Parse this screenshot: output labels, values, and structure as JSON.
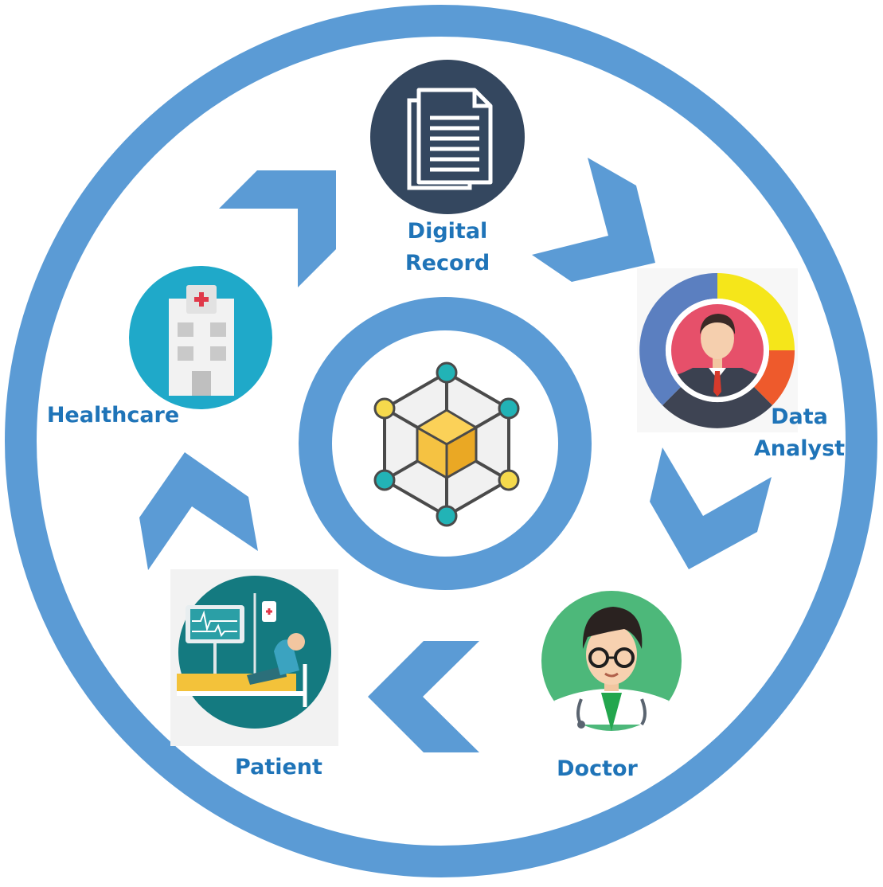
{
  "colors": {
    "ring": "#5b9bd5",
    "label": "#1f74b8",
    "document_bg": "#34475f",
    "hospital_bg": "#1fa9c9",
    "doctor_bg": "#4db87a",
    "patient_bg": "#147a80",
    "analyst_blue": "#5b7fc0",
    "analyst_yellow": "#f5e61a",
    "analyst_orange": "#ee5a2c",
    "analyst_dark": "#3e4453",
    "analyst_pink": "#e6506a",
    "hub_yellow": "#f5c242",
    "hub_teal": "#22b3b6"
  },
  "center": {
    "icon": "blockchain-cube-icon"
  },
  "nodes": [
    {
      "id": "digital-record",
      "icon": "document-icon",
      "label_line1": "Digital",
      "label_line2": "Record"
    },
    {
      "id": "data-analyst",
      "icon": "analyst-icon",
      "label_line1": "Data",
      "label_line2": "Analyst"
    },
    {
      "id": "doctor",
      "icon": "doctor-icon",
      "label_line1": "Doctor"
    },
    {
      "id": "patient",
      "icon": "patient-icon",
      "label_line1": "Patient"
    },
    {
      "id": "healthcare",
      "icon": "hospital-icon",
      "label_line1": "Healthcare"
    }
  ]
}
